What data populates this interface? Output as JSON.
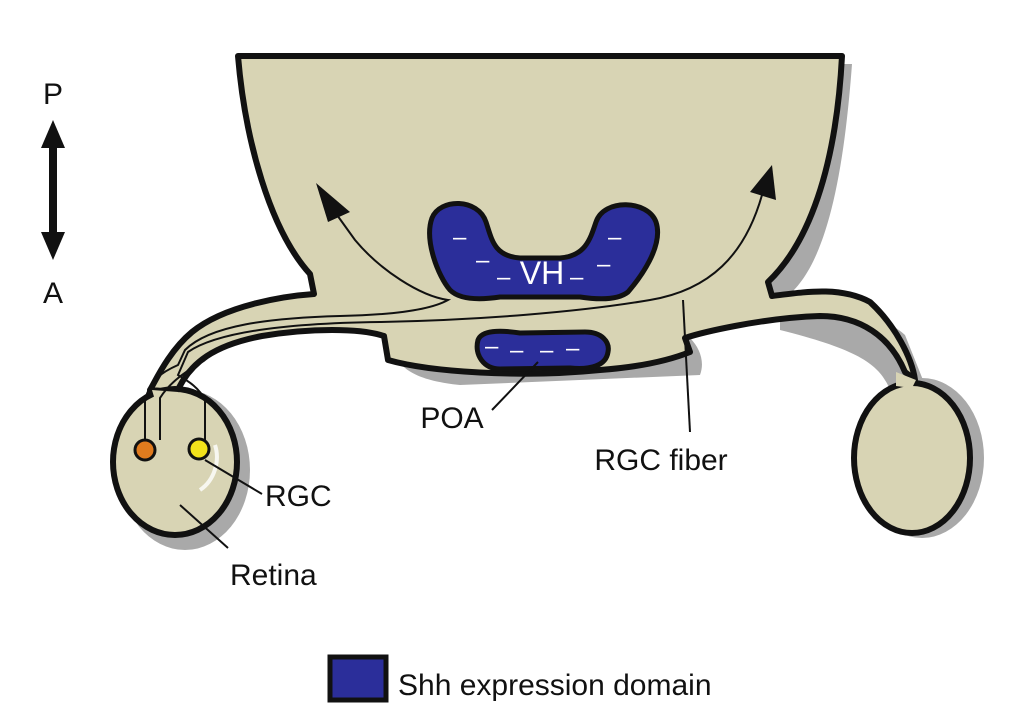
{
  "orientation": {
    "top": "P",
    "bottom": "A"
  },
  "labels": {
    "vh": "VH",
    "poa": "POA",
    "rgc_fiber": "RGC fiber",
    "rgc": "RGC",
    "retina": "Retina"
  },
  "legend": {
    "label": "Shh expression domain"
  },
  "colors": {
    "tissue": "#d8d4b4",
    "tissue_shadow": "#a9a9a9",
    "shh": "#2b2e9a",
    "outline": "#111111",
    "rgc_orange": "#e07b1e",
    "rgc_yellow": "#f2e21b"
  }
}
